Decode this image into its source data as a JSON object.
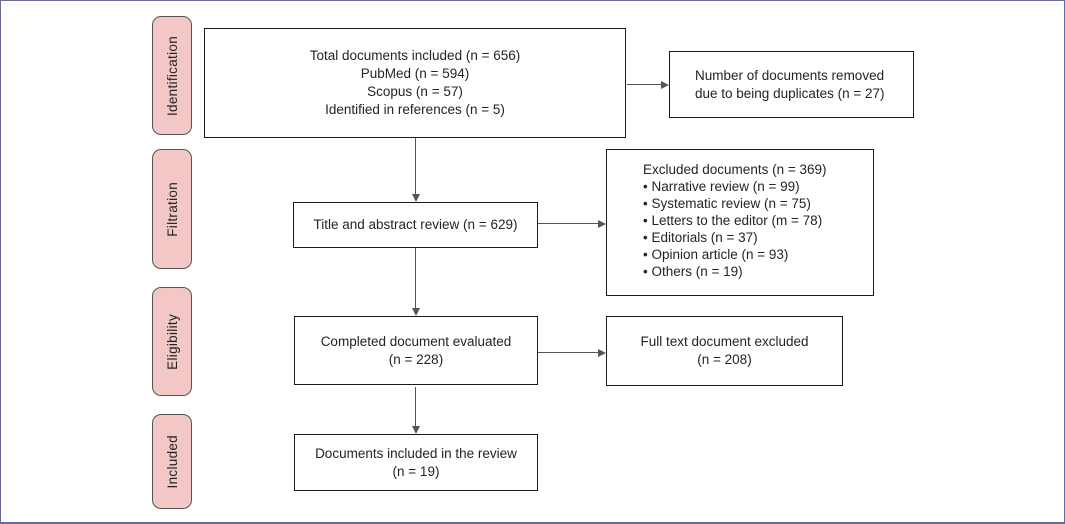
{
  "stages": [
    {
      "label": "Identification"
    },
    {
      "label": "Filtration"
    },
    {
      "label": "Eligibility"
    },
    {
      "label": "Included"
    }
  ],
  "boxes": {
    "total": {
      "lines": [
        "Total documents included (n = 656)",
        "PubMed (n = 594)",
        "Scopus (n = 57)",
        "Identified in references (n = 5)"
      ]
    },
    "duplicates": {
      "lines": [
        "Number of documents removed",
        "due to being duplicates (n = 27)"
      ]
    },
    "title_abstract": {
      "lines": [
        "Title and abstract review (n = 629)"
      ]
    },
    "excluded": {
      "heading": "Excluded documents (n = 369)",
      "items": [
        "• Narrative review (n = 99)",
        "• Systematic review (n = 75)",
        "• Letters to the editor (m = 78)",
        "• Editorials (n = 37)",
        "• Opinion article (n = 93)",
        "• Others (n = 19)"
      ]
    },
    "completed": {
      "lines": [
        "Completed document evaluated",
        "(n = 228)"
      ]
    },
    "fulltext_excluded": {
      "lines": [
        "Full text document excluded",
        "(n = 208)"
      ]
    },
    "included_review": {
      "lines": [
        "Documents included in the review",
        "(n = 19)"
      ]
    }
  },
  "colors": {
    "stage_fill": "#f2c7c5",
    "stage_border": "#555555",
    "box_border": "#1a1a1a",
    "arrow": "#555555",
    "frame_border": "#6b6a99",
    "text": "#242424",
    "background": "#ffffff"
  }
}
